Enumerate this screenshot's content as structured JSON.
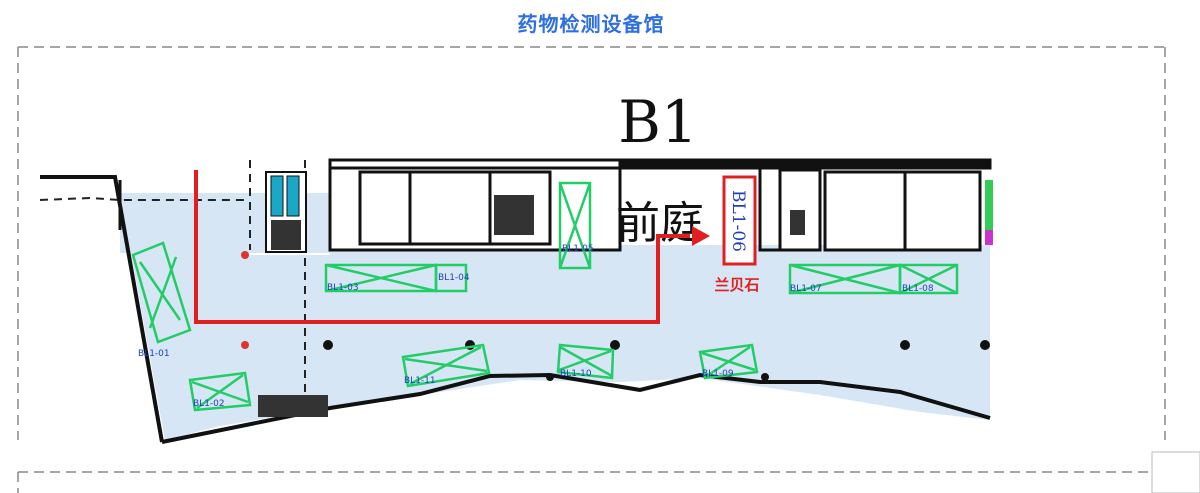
{
  "title": "药物检测设备馆",
  "floor": "B1",
  "area_label": "前庭",
  "highlight": {
    "booth": "BL1-06",
    "exhibitor": "兰贝石",
    "color": "#e02020"
  },
  "booths": [
    "BL1-01",
    "BL1-02",
    "BL1-03",
    "BL1-04",
    "BL1-05",
    "BL1-07",
    "BL1-08",
    "BL1-09",
    "BL1-10",
    "BL1-11"
  ],
  "colors": {
    "floor_fill": "#d6e6f4",
    "booth_green": "#22cc66",
    "booth_label": "#1f3fbf",
    "walls": "#111111",
    "title": "#2f6fe0",
    "route_arrow": "#e02020"
  }
}
